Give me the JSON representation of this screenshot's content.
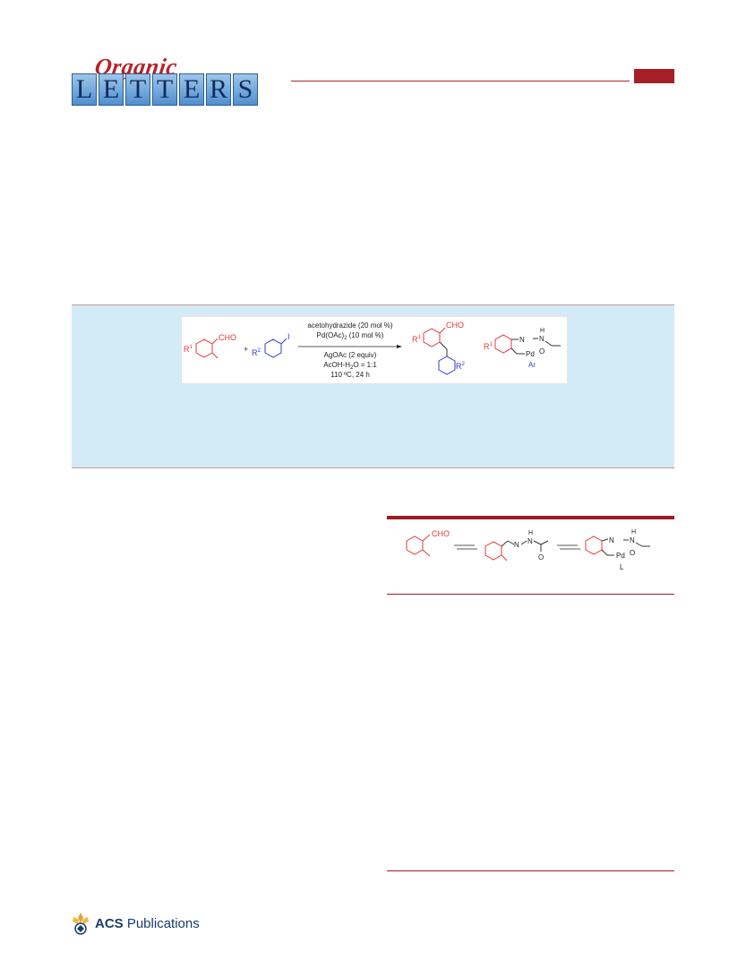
{
  "journal": {
    "script": "Organic",
    "letters": [
      "L",
      "E",
      "T",
      "T",
      "E",
      "R",
      "S"
    ]
  },
  "scheme": {
    "reagents": {
      "line1": "acetohydrazide (20 mol %)",
      "line2": "Pd(OAc)",
      "line2_sub": "2",
      "line2_tail": " (10 mol %)",
      "line3": "AgOAc (2 equiv)",
      "line4a": "AcOH-H",
      "line4_sub": "2",
      "line4b": "O = 1:1",
      "line5": "110 ºC, 24 h"
    },
    "labels": {
      "cho": "CHO",
      "r1": "R",
      "r1_sup": "1",
      "r2": "R",
      "r2_sup": "2",
      "iodo": "I",
      "plus": "+",
      "n": "N",
      "h": "H",
      "o": "O",
      "pd": "Pd",
      "ar": "Ar",
      "l": "L"
    }
  },
  "footer": {
    "brand_bold": "ACS",
    "brand_rest": " Publications"
  },
  "colors": {
    "accent_red": "#9e1c22",
    "toc_bg": "#d3ebf7",
    "reactant_red": "#e8353a",
    "reactant_blue": "#2d3bd6",
    "brand_blue": "#1a3c6e"
  }
}
